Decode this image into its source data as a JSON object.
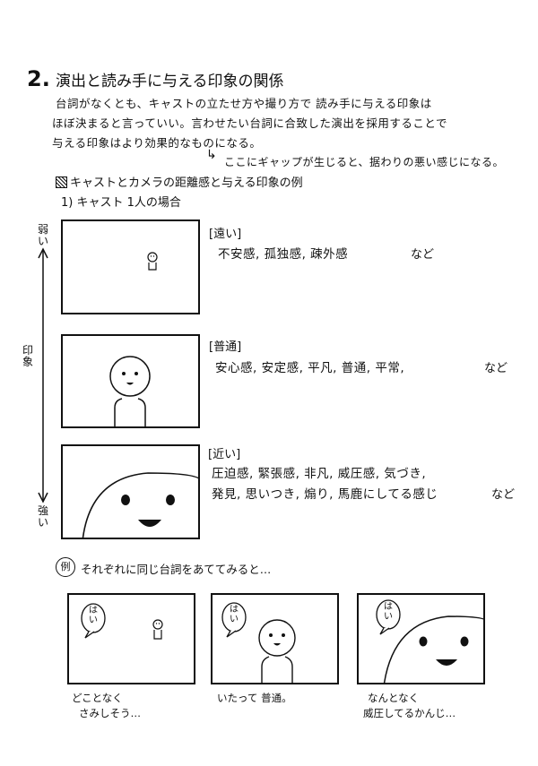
{
  "section": {
    "number": "2.",
    "title": "演出と読み手に与える印象の関係"
  },
  "paragraph": {
    "line1": "台詞がなくとも、キャストの立たせ方や撮り方で 読み手に与える印象は",
    "line2": "ほぼ決まると言っていい。言わせたい台詞に合致した演出を採用することで",
    "line3": "与える印象はより効果的なものになる。",
    "note": "ここにギャップが生じると、据わりの悪い感じになる。"
  },
  "example": {
    "title": "キャストとカメラの距離感と与える印象の例",
    "subtitle": "1) キャスト 1人の場合"
  },
  "axis": {
    "top": "弱い",
    "middle": "印象",
    "bottom": "強い"
  },
  "panels": [
    {
      "tag": "[遠い]",
      "line1": "不安感, 孤独感, 疎外感",
      "line2": "",
      "nado": "など"
    },
    {
      "tag": "[普通]",
      "line1": "安心感, 安定感, 平凡, 普通, 平常,",
      "line2": "",
      "nado": "など"
    },
    {
      "tag": "[近い]",
      "line1": "圧迫感, 緊張感, 非凡, 威圧感, 気づき,",
      "line2": "発見, 思いつき, 煽り, 馬鹿にしてる感じ",
      "nado": "など"
    }
  ],
  "comparison": {
    "badge": "例",
    "intro": "それぞれに同じ台詞をあててみると…",
    "bubble": "はい",
    "captions": [
      {
        "line1": "どことなく",
        "line2": "さみしそう…"
      },
      {
        "line1": "いたって 普通。",
        "line2": ""
      },
      {
        "line1": "なんとなく",
        "line2": "威圧してるかんじ…"
      }
    ]
  }
}
